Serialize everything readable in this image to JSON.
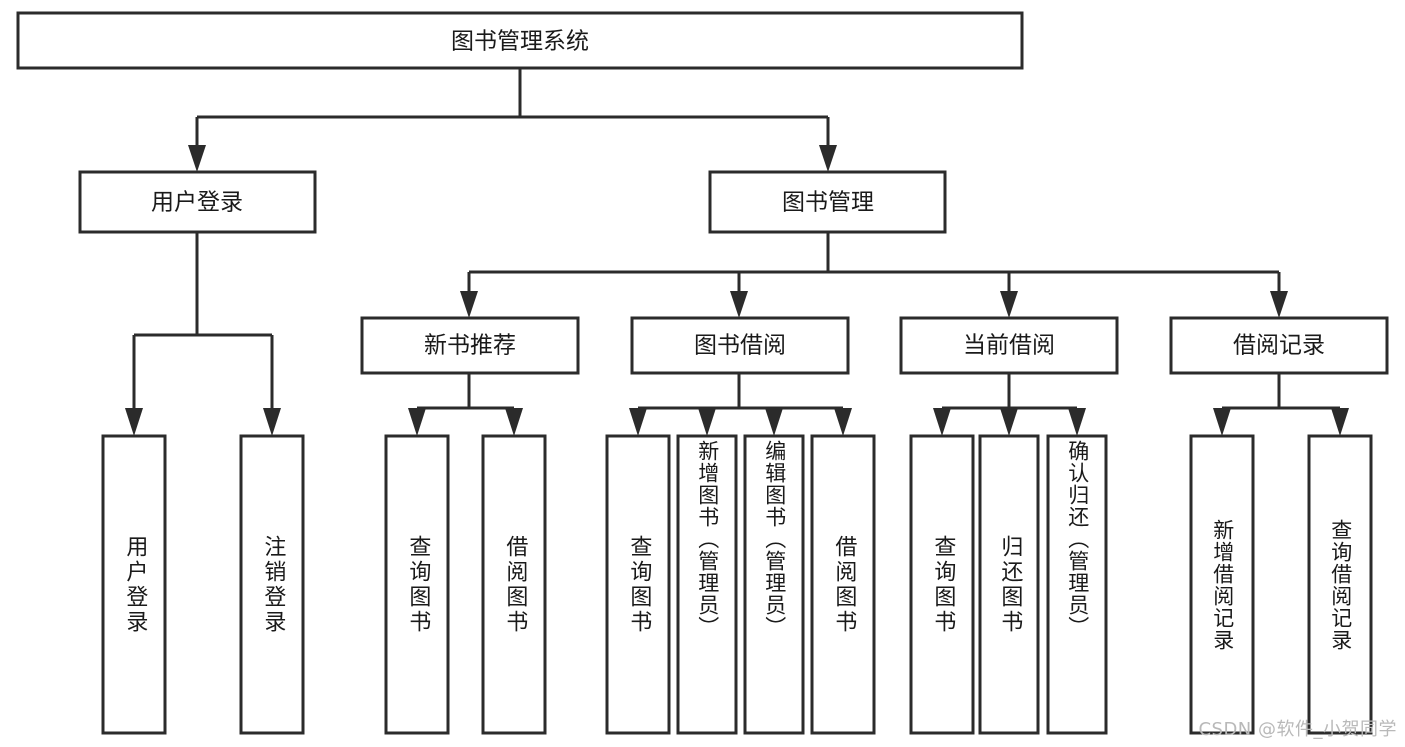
{
  "diagram": {
    "type": "tree-hierarchy",
    "title": "图书管理系统",
    "orientation": "top-down",
    "colors": {
      "background": "#ffffff",
      "box_fill": "#ffffff",
      "box_stroke": "#2b2b2b",
      "connector": "#2b2b2b",
      "text": "#1a1a1a",
      "watermark": "#b9b9b9"
    },
    "root": {
      "label": "图书管理系统"
    },
    "level2": [
      {
        "label": "用户登录"
      },
      {
        "label": "图书管理"
      }
    ],
    "level3": [
      {
        "label": "新书推荐"
      },
      {
        "label": "图书借阅"
      },
      {
        "label": "当前借阅"
      },
      {
        "label": "借阅记录"
      }
    ],
    "leaves": [
      {
        "label": "用户登录",
        "parent": "用户登录"
      },
      {
        "label": "注销登录",
        "parent": "用户登录"
      },
      {
        "label": "查询图书",
        "parent": "新书推荐"
      },
      {
        "label": "借阅图书",
        "parent": "新书推荐"
      },
      {
        "label": "查询图书",
        "parent": "图书借阅"
      },
      {
        "label": "新增图书（管理员）",
        "parent": "图书借阅"
      },
      {
        "label": "编辑图书（管理员）",
        "parent": "图书借阅"
      },
      {
        "label": "借阅图书",
        "parent": "图书借阅"
      },
      {
        "label": "查询图书",
        "parent": "当前借阅"
      },
      {
        "label": "归还图书",
        "parent": "当前借阅"
      },
      {
        "label": "确认归还（管理员）",
        "parent": "当前借阅"
      },
      {
        "label": "新增借阅记录",
        "parent": "借阅记录"
      },
      {
        "label": "查询借阅记录",
        "parent": "借阅记录"
      }
    ]
  },
  "watermark": {
    "text": "CSDN @软件_小贺同学"
  }
}
